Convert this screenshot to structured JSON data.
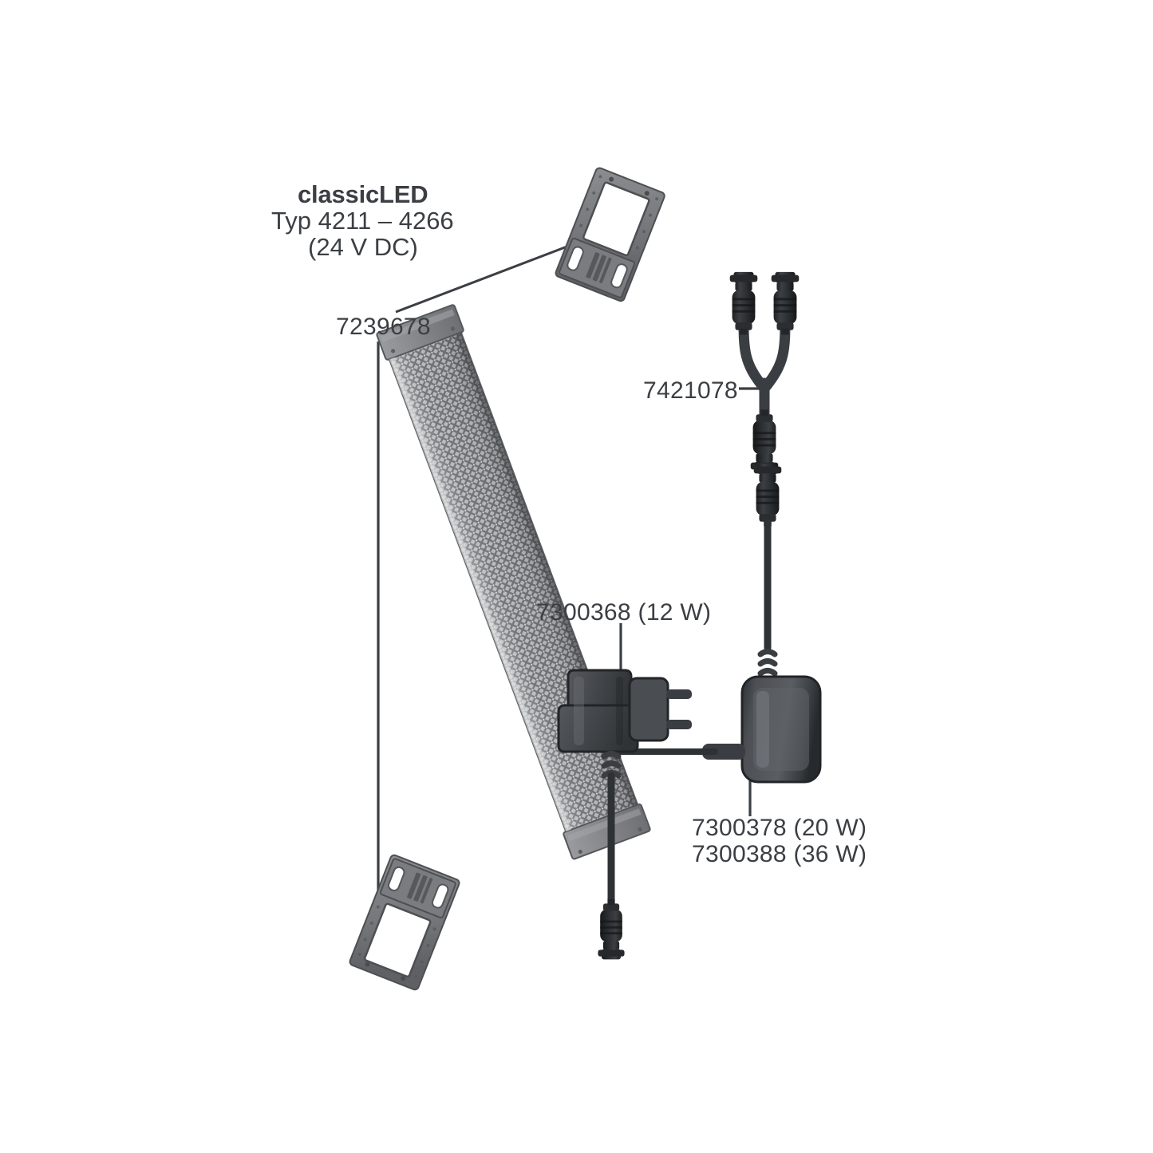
{
  "diagram": {
    "kind": "exploded-parts-diagram",
    "background_color": "#ffffff",
    "line_color": "#3b3f44",
    "metal_light": "#c9c9c9",
    "metal_mid": "#8f9093",
    "metal_dark": "#6a6c70",
    "plastic_dark": "#2f3134",
    "plastic_mid": "#46484c",
    "plastic_light": "#5d6064"
  },
  "product": {
    "name": "classicLED",
    "type_range": "Typ 4211 – 4266",
    "voltage": "(24 V DC)"
  },
  "parts": [
    {
      "id": "bracket",
      "part_number": "7239678",
      "label": "7239678",
      "description": "mounting bracket"
    },
    {
      "id": "y-splitter",
      "part_number": "7421078",
      "label": "7421078",
      "description": "Y splitter cable"
    },
    {
      "id": "psu-12w",
      "part_number": "7300368",
      "power": "12 W",
      "label": "7300368 (12 W)",
      "description": "plug-in power supply 12 W"
    },
    {
      "id": "psu-20w",
      "part_number": "7300378",
      "power": "20 W",
      "label": "7300378 (20 W)",
      "description": "power supply 20 W"
    },
    {
      "id": "psu-36w",
      "part_number": "7300388",
      "power": "36 W",
      "label": "7300388 (36 W)",
      "description": "power supply 36 W"
    }
  ],
  "labels": {
    "title": "classicLED",
    "type_range": "Typ 4211 – 4266",
    "voltage": "(24 V DC)",
    "bracket": "7239678",
    "splitter": "7421078",
    "psu12": "7300368 (12 W)",
    "psu20": "7300378 (20 W)",
    "psu36": "7300388 (36 W)"
  }
}
